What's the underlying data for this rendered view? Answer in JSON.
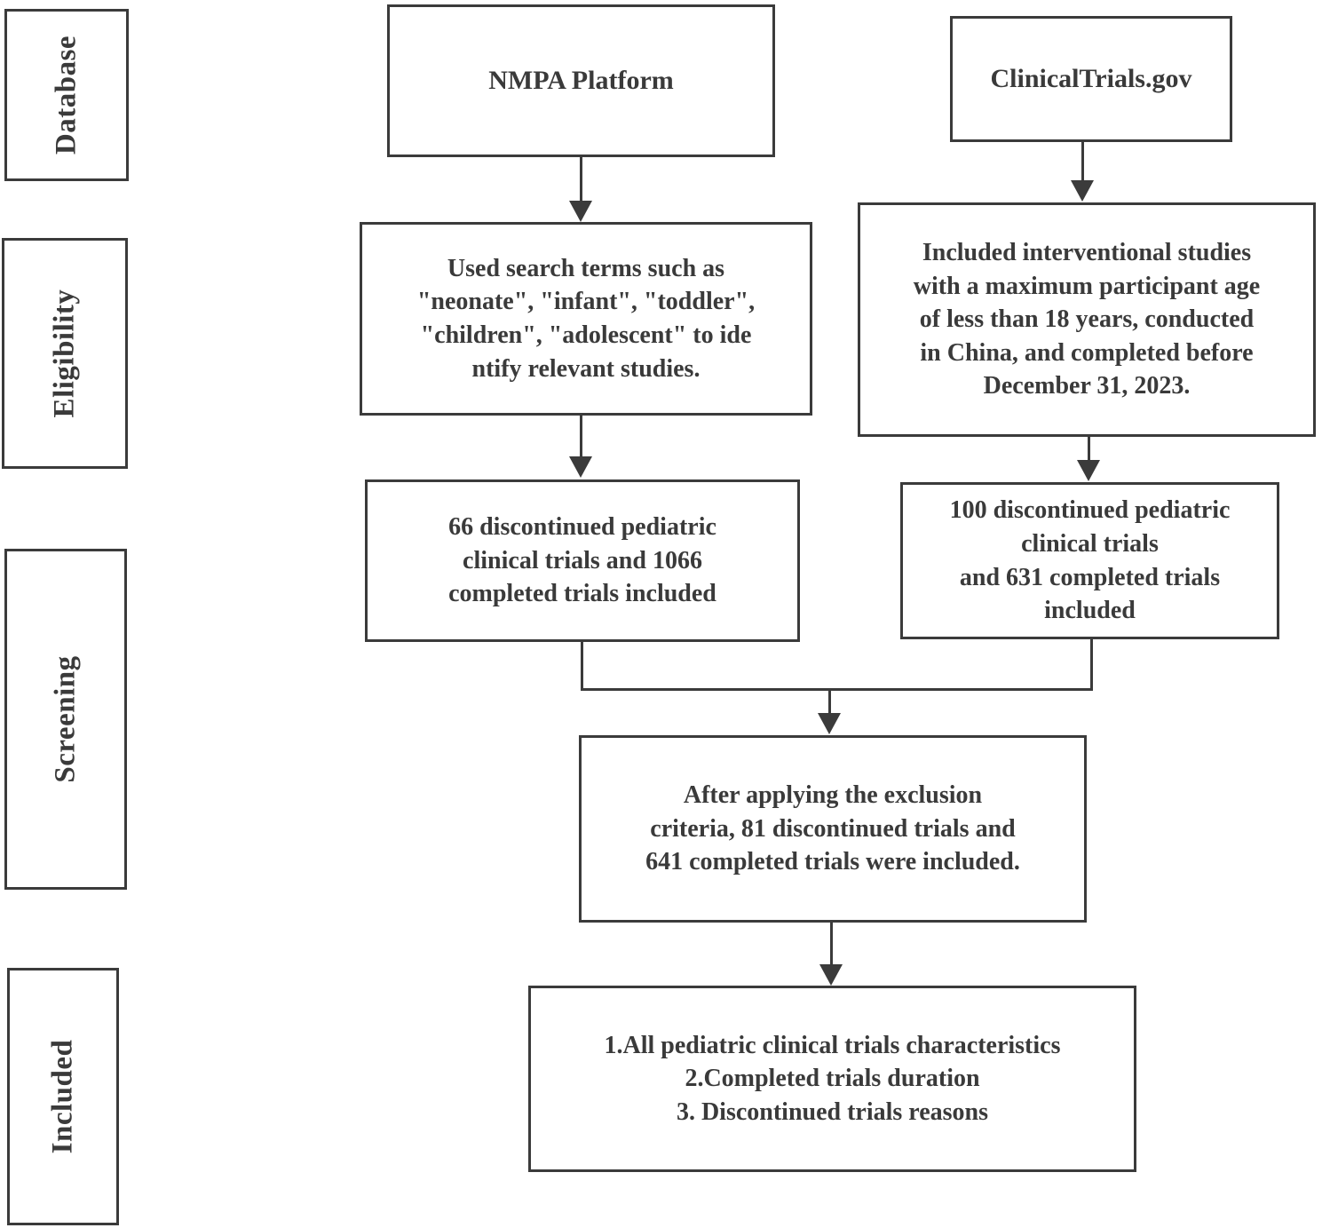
{
  "figure": {
    "type": "flowchart",
    "title": "Pediatric clinical trials study selection flowchart",
    "line_color": "#3b3b3b",
    "text_color": "#3a3a3a",
    "background": "#ffffff"
  },
  "stages": [
    {
      "id": "database",
      "label": "Database"
    },
    {
      "id": "eligibility",
      "label": "Eligibility"
    },
    {
      "id": "screening",
      "label": "Screening"
    },
    {
      "id": "included",
      "label": "Included"
    }
  ],
  "nodes": {
    "source_left": {
      "text": "NMPA Platform"
    },
    "source_right": {
      "text": "ClinicalTrials.gov"
    },
    "eligibility_left": {
      "text": "Used search terms such as\n\"neonate\", \"infant\", \"toddler\",\n\"children\", \"adolescent\" to ide\nntify relevant studies."
    },
    "eligibility_right": {
      "text": "Included interventional studies\nwith a maximum participant age\nof less than 18 years, conducted\nin China, and completed before\nDecember 31, 2023."
    },
    "screening_left": {
      "text": "66 discontinued pediatric\nclinical trials and 1066\ncompleted trials included"
    },
    "screening_right": {
      "text": "100 discontinued pediatric\nclinical trials\nand 631 completed trials\nincluded"
    },
    "merged": {
      "text": "After applying the exclusion\ncriteria, 81 discontinued trials and\n641 completed trials were included."
    },
    "outcomes": {
      "text": "1.All pediatric clinical trials characteristics\n2.Completed trials duration\n3. Discontinued trials reasons"
    }
  },
  "counts": {
    "nmpa_discontinued": 66,
    "nmpa_completed": 1066,
    "ctgov_discontinued": 100,
    "ctgov_completed": 631,
    "final_discontinued": 81,
    "final_completed": 641,
    "max_age_years": 18,
    "cutoff_date": "December 31, 2023"
  }
}
